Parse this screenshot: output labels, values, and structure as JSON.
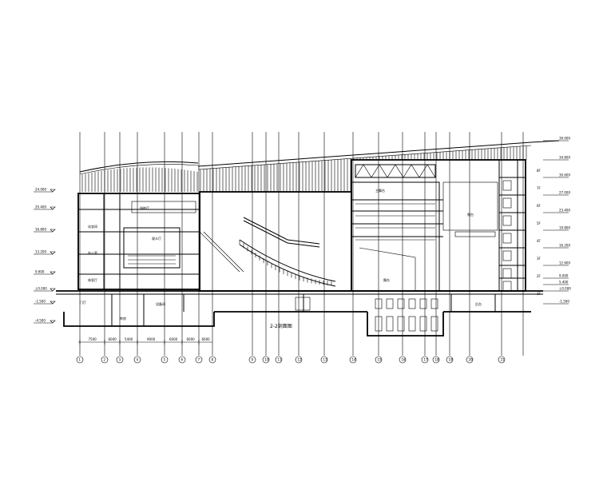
{
  "drawing": {
    "kind": "architectural-section",
    "line_color": "#000000",
    "background": "#ffffff",
    "section_label": "2-2剖面图"
  },
  "axis_labels": [
    "1",
    "2",
    "3",
    "4",
    "5",
    "6",
    "7",
    "8",
    "9",
    "10",
    "11",
    "12",
    "13",
    "14",
    "15",
    "16",
    "17",
    "18",
    "19",
    "20",
    "21"
  ],
  "dimension_labels": [
    "7500",
    "6000",
    "5400",
    "9000",
    "6000",
    "6000",
    "6000"
  ],
  "level_labels_left": [
    "24.000",
    "20.400",
    "16.800",
    "13.200",
    "9.600",
    "±0.000",
    "-1.500",
    "-4.500"
  ],
  "level_labels_right": [
    "39.000",
    "34.800",
    "30.600",
    "27.000",
    "23.400",
    "19.800",
    "16.200",
    "12.600",
    "9.000",
    "5.400",
    "±0.000",
    "-1.500"
  ],
  "floor_labels_right": [
    "8F",
    "7F",
    "6F",
    "5F",
    "4F",
    "3F",
    "2F",
    "1F"
  ],
  "room_labels": [
    "观众厅",
    "舞台",
    "化妆间",
    "办公室",
    "排练厅",
    "休息厅",
    "库房",
    "设备间",
    "门厅",
    "侧台",
    "主舞台",
    "后台"
  ]
}
